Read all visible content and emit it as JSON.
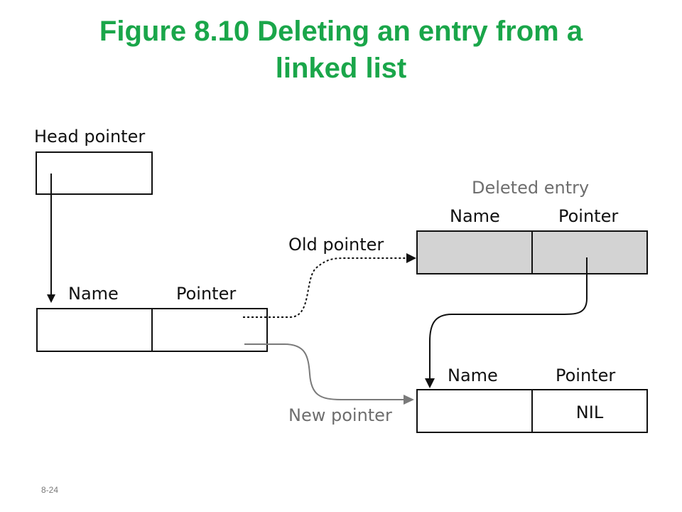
{
  "title": {
    "line1": "Figure 8.10  Deleting an entry from a",
    "line2": "linked list"
  },
  "labels": {
    "head_pointer": "Head pointer",
    "deleted_entry": "Deleted entry",
    "old_pointer": "Old pointer",
    "new_pointer": "New pointer",
    "nil": "NIL"
  },
  "fields": {
    "name": "Name",
    "pointer": "Pointer"
  },
  "colors": {
    "title": "#1aa64a",
    "deleted_fill": "#d3d3d3",
    "muted_text": "#6e6e6e",
    "new_pointer_line": "#7a7a7a"
  },
  "slide_number": "8-24"
}
